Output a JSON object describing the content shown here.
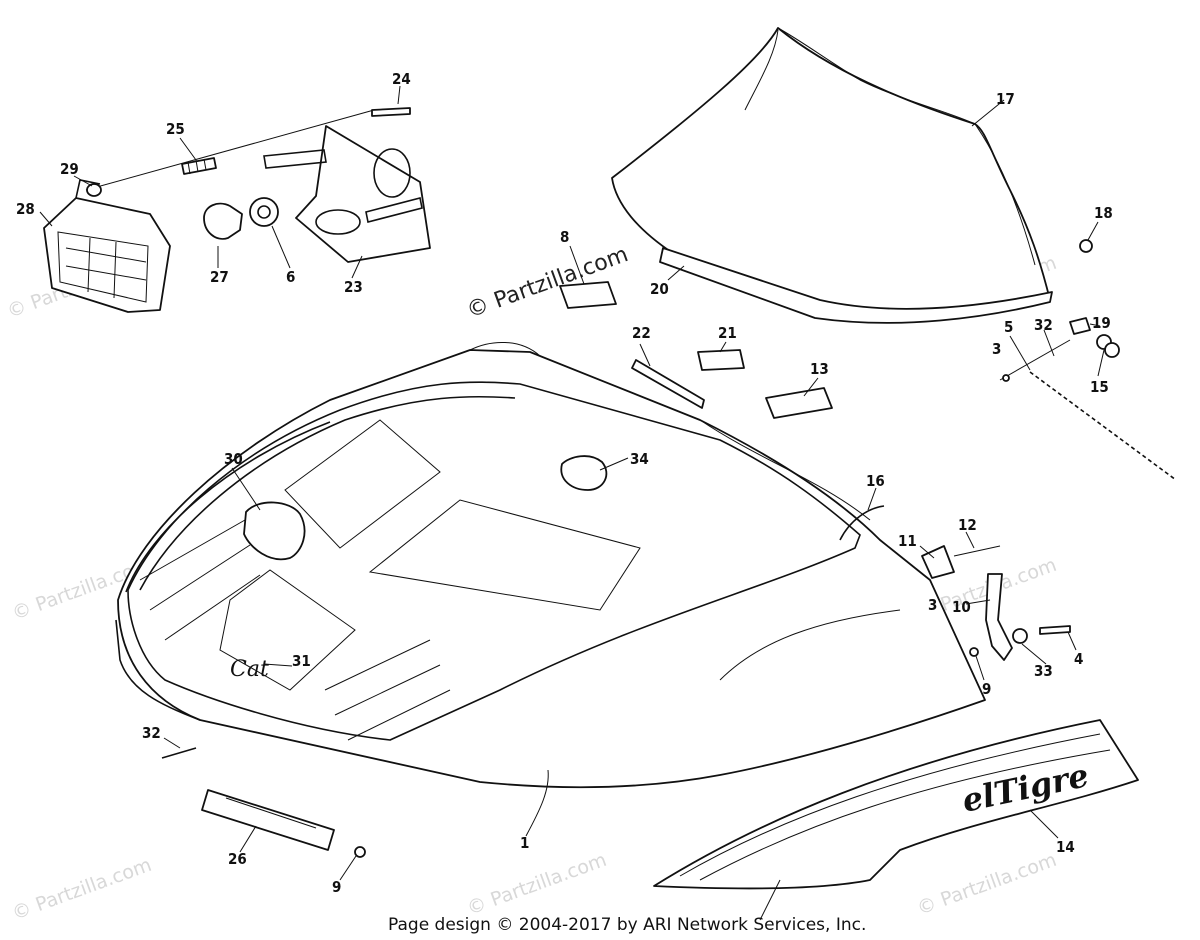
{
  "watermark": {
    "main": "© Partzilla.com",
    "faint": "© Partzilla.com"
  },
  "footer": "Page design © 2004-2017 by ARI Network Services, Inc.",
  "decals": {
    "logo_text": "Cat",
    "stripe_text": "elTigre"
  },
  "callouts": {
    "c1": "1",
    "c3a": "3",
    "c3b": "3",
    "c4": "4",
    "c5": "5",
    "c6": "6",
    "c8": "8",
    "c9a": "9",
    "c9b": "9",
    "c10": "10",
    "c11": "11",
    "c12": "12",
    "c13": "13",
    "c14": "14",
    "c15": "15",
    "c16": "16",
    "c17": "17",
    "c18": "18",
    "c19": "19",
    "c20": "20",
    "c21": "21",
    "c22": "22",
    "c23": "23",
    "c24": "24",
    "c25": "25",
    "c26": "26",
    "c27": "27",
    "c28": "28",
    "c29": "29",
    "c30": "30",
    "c31": "31",
    "c32a": "32",
    "c32b": "32",
    "c33": "33",
    "c34": "34"
  }
}
